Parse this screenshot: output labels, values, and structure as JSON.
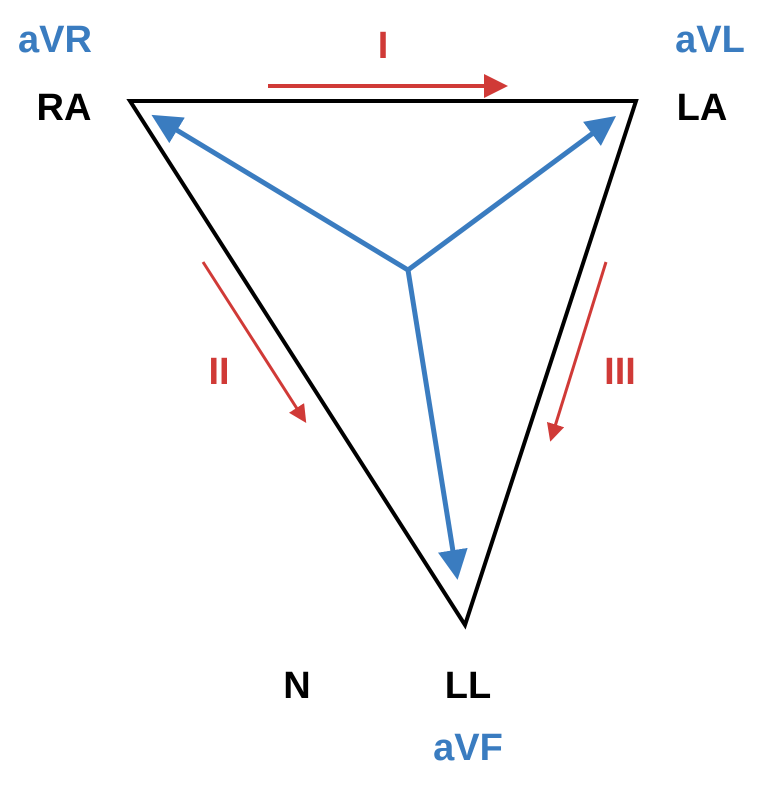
{
  "colors": {
    "triangle": "#000000",
    "augmented": "#3a7cc0",
    "limb_leads": "#d03a37"
  },
  "labels": {
    "avr": "aVR",
    "ra": "RA",
    "lead_i": "I",
    "avl": "aVL",
    "la": "LA",
    "lead_ii": "II",
    "lead_iii": "III",
    "n": "N",
    "ll": "LL",
    "avf": "aVF"
  }
}
